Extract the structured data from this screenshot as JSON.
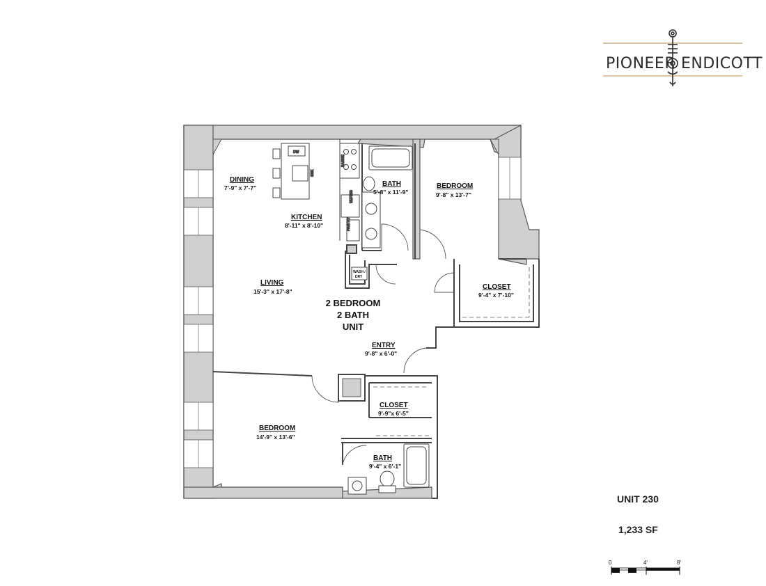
{
  "brand": {
    "left_word": "PIONEER",
    "right_word": "ENDICOTT",
    "accent_color": "#c9a46a"
  },
  "unit_summary": {
    "line1": "2 BEDROOM",
    "line2": "2 BATH",
    "line3": "UNIT"
  },
  "rooms": {
    "dining": {
      "name": "DINING",
      "dims": "7'-9\" x 7'-7\""
    },
    "kitchen": {
      "name": "KITCHEN",
      "dims": "8'-11\" x 8'-10\""
    },
    "living": {
      "name": "LIVING",
      "dims": "15'-3\" x 17'-8\""
    },
    "bath_top": {
      "name": "BATH",
      "dims": "5'-8\" x 11'-9\""
    },
    "bedroom_top": {
      "name": "BEDROOM",
      "dims": "9'-8\" x 13'-7\""
    },
    "closet_right": {
      "name": "CLOSET",
      "dims": "9'-4\" x 7'-10\""
    },
    "entry": {
      "name": "ENTRY",
      "dims": "9'-8\" x 6'-0\""
    },
    "closet_bottom": {
      "name": "CLOSET",
      "dims": "9'-9\"x 6'-5\""
    },
    "bedroom_bottom": {
      "name": "BEDROOM",
      "dims": "14'-9\" x 13'-6\""
    },
    "bath_bottom": {
      "name": "BATH",
      "dims": "9'-4\" x 6'-1\""
    }
  },
  "fixtures": {
    "dw": "DW",
    "sink": "SNK",
    "range": "RANGE",
    "refrig": "REFRIG",
    "pantry": "PANTRY",
    "wash": "WASH /",
    "dryer": "DRY"
  },
  "unit_info": {
    "unit": "UNIT 230",
    "area": "1,233 SF"
  },
  "scale_bar": {
    "labels": [
      "0",
      "4'",
      "8'"
    ]
  }
}
